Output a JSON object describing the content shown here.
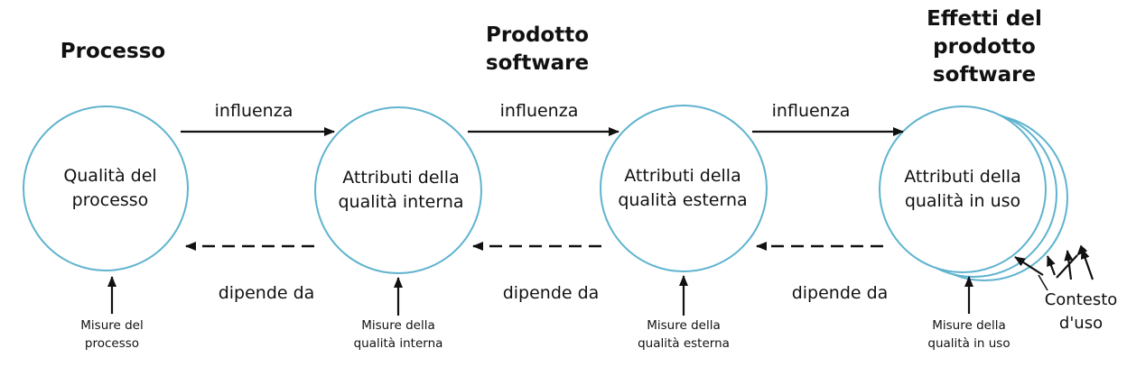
{
  "headings": {
    "process": "Processo",
    "product": "Prodotto\nsoftware",
    "effects": "Effetti del\nprodotto\nsoftware"
  },
  "circles": [
    {
      "label": "Qualità del\nprocesso",
      "measure": "Misure del\nprocesso"
    },
    {
      "label": "Attributi della\nqualità interna",
      "measure": "Misure della\nqualità interna"
    },
    {
      "label": "Attributi della\nqualità esterna",
      "measure": "Misure della\nqualità esterna"
    },
    {
      "label": "Attributi della\nqualità in uso",
      "measure": "Misure della\nqualità in uso"
    }
  ],
  "relations": {
    "influences": "influenza",
    "depends_on": "dipende da"
  },
  "context_label": "Contesto\nd'uso",
  "colors": {
    "circle_stroke": "#5fb3cf",
    "arrow": "#111111"
  }
}
